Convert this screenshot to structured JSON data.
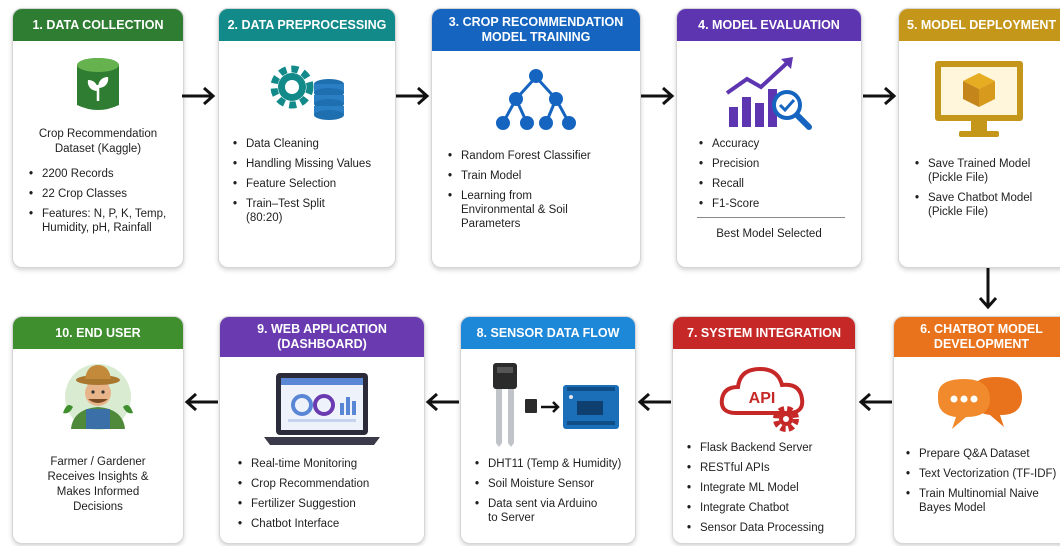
{
  "steps": [
    {
      "title": [
        "1. DATA COLLECTION"
      ],
      "color": "#2e7d32",
      "icon": "database-leaf-icon",
      "intro": [
        "Crop Recommendation",
        "Dataset (Kaggle)"
      ],
      "bullets": [
        "2200 Records",
        "22 Crop Classes",
        "Features: N, P, K, Temp, Humidity, pH, Rainfall"
      ]
    },
    {
      "title": [
        "2. DATA PREPROCESSING"
      ],
      "color": "#138a8a",
      "icon": "gear-database-icon",
      "bullets": [
        "Data Cleaning",
        "Handling Missing Values",
        "Feature Selection",
        "Train–Test Split (80:20)"
      ]
    },
    {
      "title": [
        "3. CROP RECOMMENDATION",
        "MODEL TRAINING"
      ],
      "color": "#1565c0",
      "icon": "decision-tree-icon",
      "bullets": [
        "Random Forest Classifier",
        "Train Model",
        "Learning from Environmental & Soil Parameters"
      ]
    },
    {
      "title": [
        "4. MODEL EVALUATION"
      ],
      "color": "#5e35b1",
      "icon": "chart-magnifier-icon",
      "bullets": [
        "Accuracy",
        "Precision",
        "Recall",
        "F1-Score"
      ],
      "footer": "Best Model Selected"
    },
    {
      "title": [
        "5. MODEL DEPLOYMENT"
      ],
      "color": "#c4961a",
      "icon": "monitor-box-icon",
      "bullets": [
        "Save Trained Model (Pickle File)",
        "Save Chatbot Model (Pickle File)"
      ]
    },
    {
      "title": [
        "6. CHATBOT MODEL",
        "DEVELOPMENT"
      ],
      "color": "#e8731c",
      "icon": "chat-bubbles-icon",
      "bullets": [
        "Prepare Q&A Dataset",
        "Text Vectorization (TF-IDF)",
        "Train Multinomial Naive Bayes Model"
      ]
    },
    {
      "title": [
        "7. SYSTEM INTEGRATION"
      ],
      "color": "#c62828",
      "icon": "api-cloud-icon",
      "bullets": [
        "Flask Backend Server",
        "RESTful APIs",
        "Integrate ML Model",
        "Integrate Chatbot",
        "Sensor Data Processing"
      ]
    },
    {
      "title": [
        "8. SENSOR DATA FLOW"
      ],
      "color": "#1e88d8",
      "icon": "sensor-arduino-icon",
      "bullets": [
        "DHT11 (Temp & Humidity)",
        "Soil Moisture Sensor",
        "Data sent via Arduino to Server"
      ]
    },
    {
      "title": [
        "9. WEB APPLICATION",
        "(DASHBOARD)"
      ],
      "color": "#6a3bb0",
      "icon": "laptop-dashboard-icon",
      "bullets": [
        "Real-time Monitoring",
        "Crop Recommendation",
        "Fertilizer Suggestion",
        "Chatbot Interface"
      ]
    },
    {
      "title": [
        "10. END USER"
      ],
      "color": "#3f8f2f",
      "icon": "farmer-icon",
      "outro": [
        "Farmer / Gardener",
        "Receives Insights &",
        "Makes Informed",
        "Decisions"
      ]
    }
  ]
}
